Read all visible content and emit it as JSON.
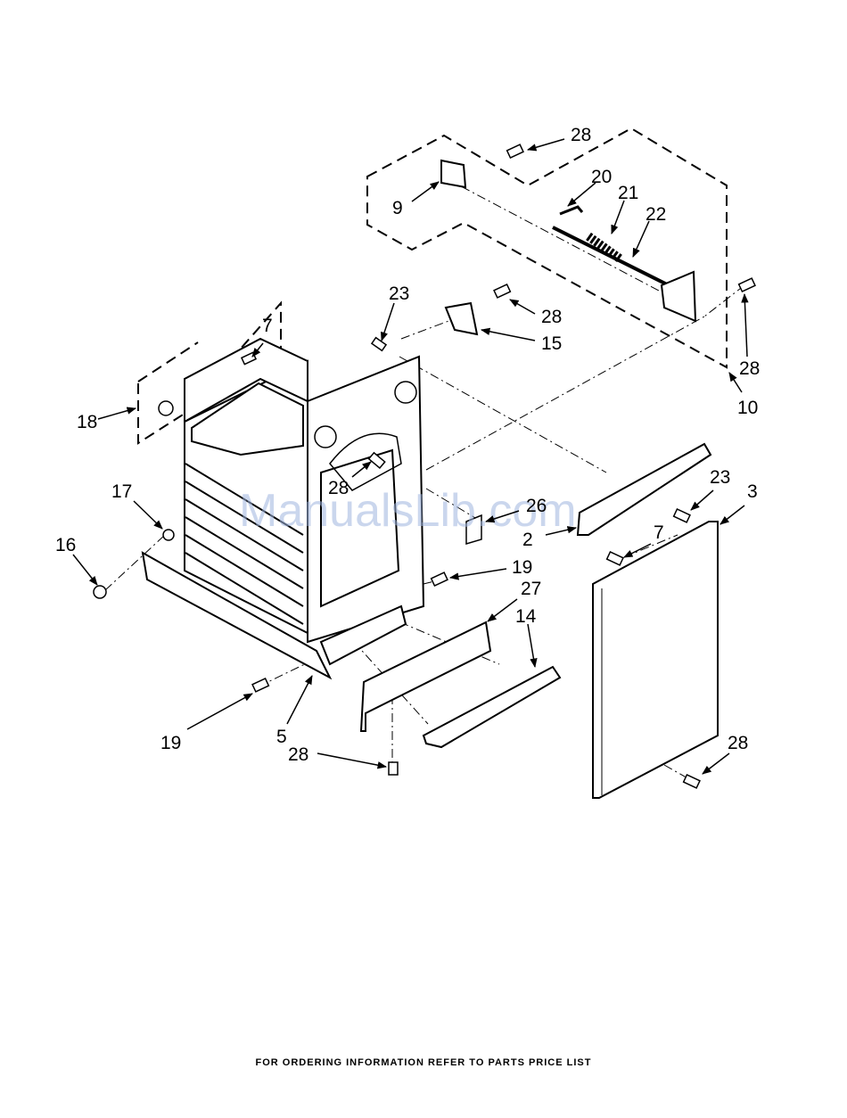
{
  "callouts": {
    "c28a": "28",
    "c20": "20",
    "c21": "21",
    "c22": "22",
    "c9": "9",
    "c23a": "23",
    "c28b": "28",
    "c15": "15",
    "c7a": "7",
    "c28c": "28",
    "c10": "10",
    "c18": "18",
    "c28d": "28",
    "c23b": "23",
    "c3": "3",
    "c17": "17",
    "c26": "26",
    "c2": "2",
    "c7b": "7",
    "c16": "16",
    "c19a": "19",
    "c27": "27",
    "c14": "14",
    "c19b": "19",
    "c5": "5",
    "c28e": "28",
    "c28f": "28"
  },
  "watermark": "ManualsLib.com",
  "footer": "FOR ORDERING INFORMATION REFER TO PARTS PRICE LIST"
}
